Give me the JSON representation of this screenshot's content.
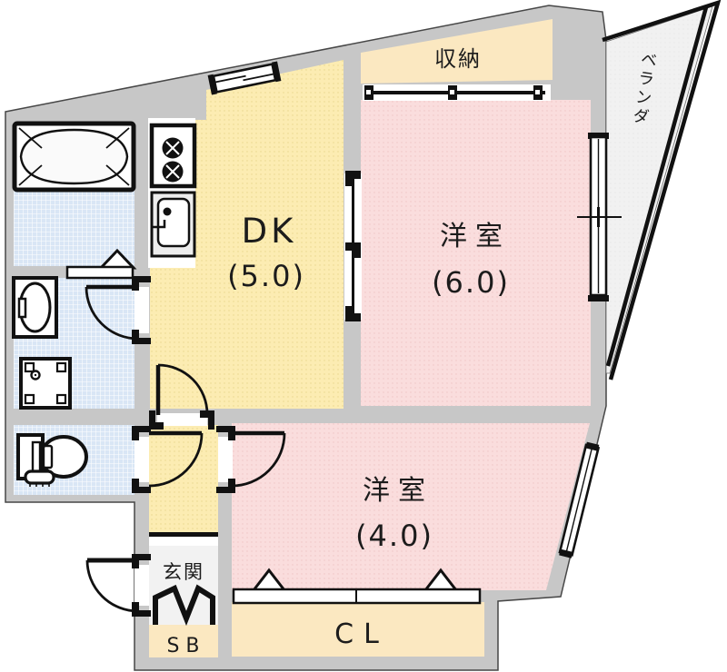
{
  "plan": {
    "dk": {
      "name": "DK",
      "area": "(5.0)"
    },
    "room6": {
      "name": "洋室",
      "area": "(6.0)"
    },
    "room4": {
      "name": "洋室",
      "area": "(4.0)"
    },
    "storage": {
      "name": "収納"
    },
    "closet": {
      "name": "CL"
    },
    "shoe_box": {
      "name": "SB"
    },
    "entrance": {
      "name": "玄関"
    },
    "veranda": {
      "name": "ベランダ"
    }
  },
  "colors": {
    "wall_gray": "#c7c7c7",
    "room_yellow": "#fcecb2",
    "room_pink": "#fadddd",
    "storage_cream": "#fbe8c1",
    "water_blue": "#d9e6f5",
    "entrance_floor": "#f2f2f2",
    "veranda_floor": "#f1f1f1",
    "line_black": "#111111"
  },
  "icons": [
    "bathtub-icon",
    "stove-burners-icon",
    "kitchen-sink-icon",
    "vanity-sink-icon",
    "washing-machine-pan-icon",
    "toilet-icon",
    "door-swing-icon",
    "sliding-door-icon",
    "window-icon",
    "folding-door-icon",
    "entrance-step-icon",
    "balcony-rail-icon"
  ]
}
